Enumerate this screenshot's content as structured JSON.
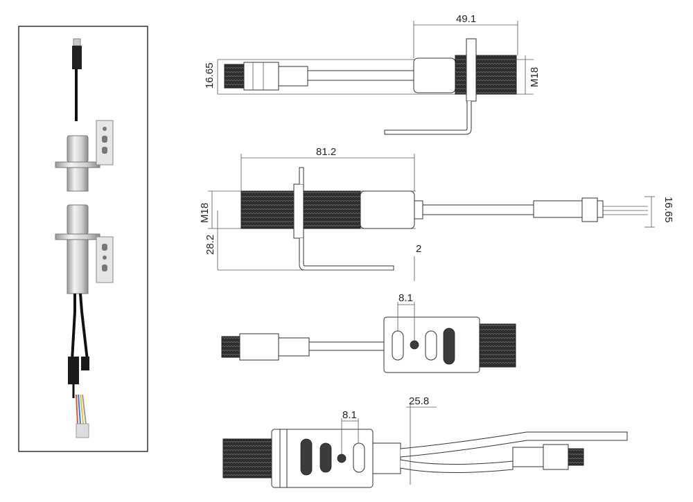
{
  "dimensions": {
    "view1_length": "49.1",
    "view1_height": "16.65",
    "view1_thread": "M18",
    "view2_length": "81.2",
    "view2_thread": "M18",
    "view2_offset": "28.2",
    "view2_height": "16.65",
    "view2_gap": "2",
    "view3_hole": "8.1",
    "view4_hole": "8.1",
    "view4_width": "25.8"
  },
  "colors": {
    "thread": "#3b3b3b",
    "line": "#333333",
    "photo_frame": "#000000"
  }
}
